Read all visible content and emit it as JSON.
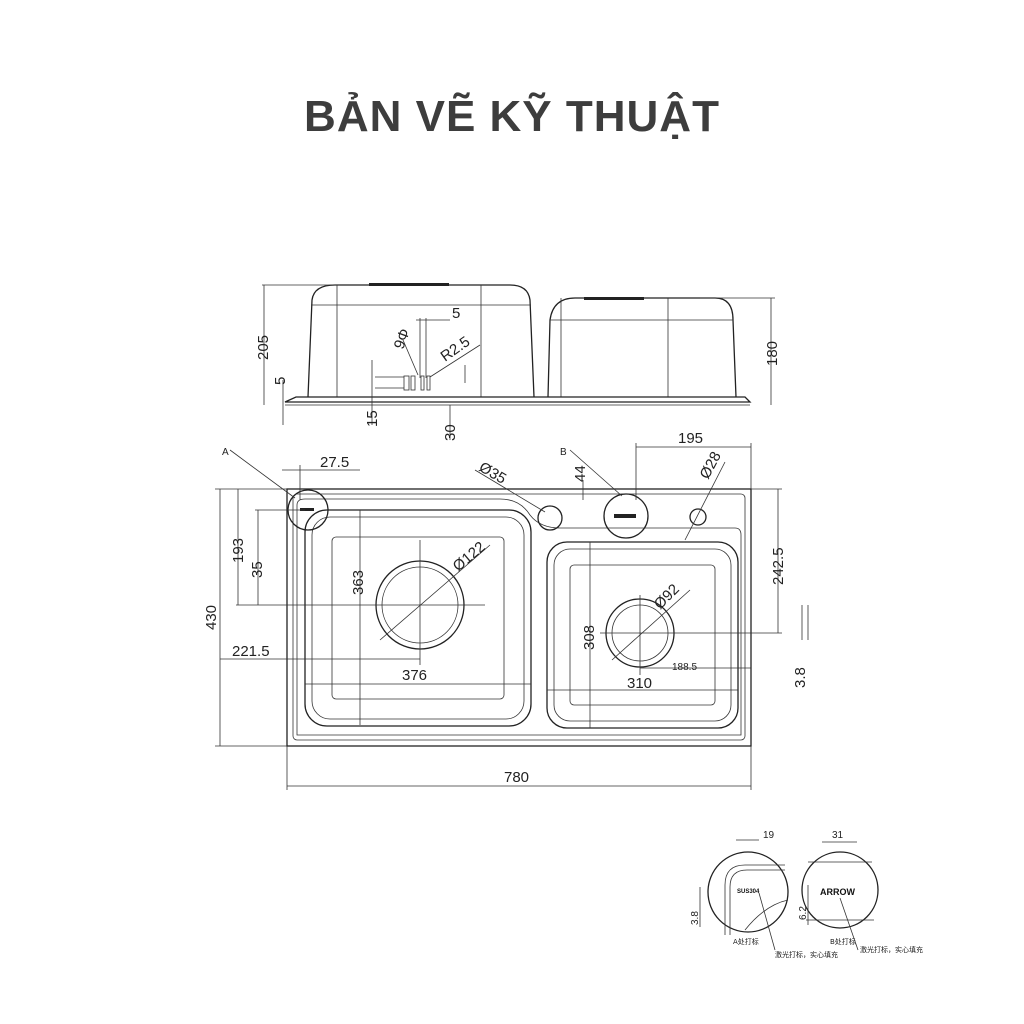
{
  "title": "BẢN VẼ KỸ THUẬT",
  "side_view": {
    "dims": {
      "height_left": "205",
      "height_right": "180",
      "d5_left": "5",
      "d5_top": "5",
      "phi6": "9Φ",
      "r25": "R2.5",
      "d15": "15",
      "d30": "30"
    }
  },
  "plan_view": {
    "labels": {
      "a": "A",
      "b": "B"
    },
    "dims": {
      "d27_5": "27.5",
      "d195": "195",
      "phi35": "Ø35",
      "d44": "44",
      "phi28": "Ø28",
      "d430": "430",
      "d193": "193",
      "d35": "35",
      "d363": "363",
      "phi122": "Ø122",
      "d221_5": "221.5",
      "d376": "376",
      "d308": "308",
      "phi92": "Ø92",
      "d188_5": "188.5",
      "d310": "310",
      "d242_5": "242.5",
      "d3_8": "3.8",
      "d780": "780"
    }
  },
  "details": {
    "a": {
      "dim_w": "19",
      "dim_h": "3.8",
      "caption": "A处打标",
      "note": "激光打标，实心填充",
      "mark": "SUS304"
    },
    "b": {
      "dim_w": "31",
      "dim_h": "6.2",
      "caption": "B处打标",
      "note": "激光打标，实心填充",
      "mark": "ARROW"
    }
  }
}
